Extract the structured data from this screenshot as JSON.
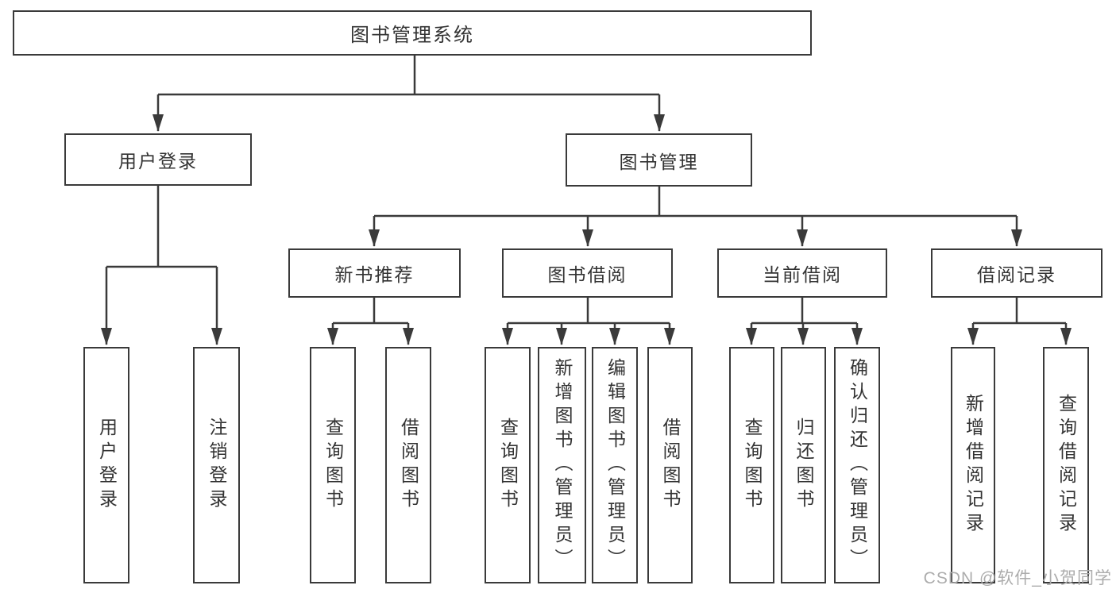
{
  "nodes": {
    "root": {
      "id": "library-management-system",
      "label": "图书管理系统"
    },
    "level2": [
      {
        "id": "user-login",
        "parent": "library-management-system",
        "label": "用户登录"
      },
      {
        "id": "book-management",
        "parent": "library-management-system",
        "label": "图书管理"
      }
    ],
    "level3": [
      {
        "id": "new-book-recommend",
        "parent": "book-management",
        "label": "新书推荐"
      },
      {
        "id": "book-borrow",
        "parent": "book-management",
        "label": "图书借阅"
      },
      {
        "id": "current-borrow",
        "parent": "book-management",
        "label": "当前借阅"
      },
      {
        "id": "borrow-record",
        "parent": "book-management",
        "label": "借阅记录"
      }
    ],
    "leaves": [
      {
        "parent": "user-login",
        "label": "用户登录"
      },
      {
        "parent": "user-login",
        "label": "注销登录"
      },
      {
        "parent": "new-book-recommend",
        "label": "查询图书"
      },
      {
        "parent": "new-book-recommend",
        "label": "借阅图书"
      },
      {
        "parent": "book-borrow",
        "label": "查询图书"
      },
      {
        "parent": "book-borrow",
        "label": "新增图书（管理员）"
      },
      {
        "parent": "book-borrow",
        "label": "编辑图书（管理员）"
      },
      {
        "parent": "book-borrow",
        "label": "借阅图书"
      },
      {
        "parent": "current-borrow",
        "label": "查询图书"
      },
      {
        "parent": "current-borrow",
        "label": "归还图书"
      },
      {
        "parent": "current-borrow",
        "label": "确认归还（管理员）"
      },
      {
        "parent": "borrow-record",
        "label": "新增借阅记录"
      },
      {
        "parent": "borrow-record",
        "label": "查询借阅记录"
      }
    ]
  },
  "watermark": "CSDN @软件_小贺同学",
  "colors": {
    "line": "#3a3a3a",
    "box_border": "#3a3a3a",
    "text": "#333333",
    "watermark": "#acacac",
    "background": "#ffffff"
  }
}
